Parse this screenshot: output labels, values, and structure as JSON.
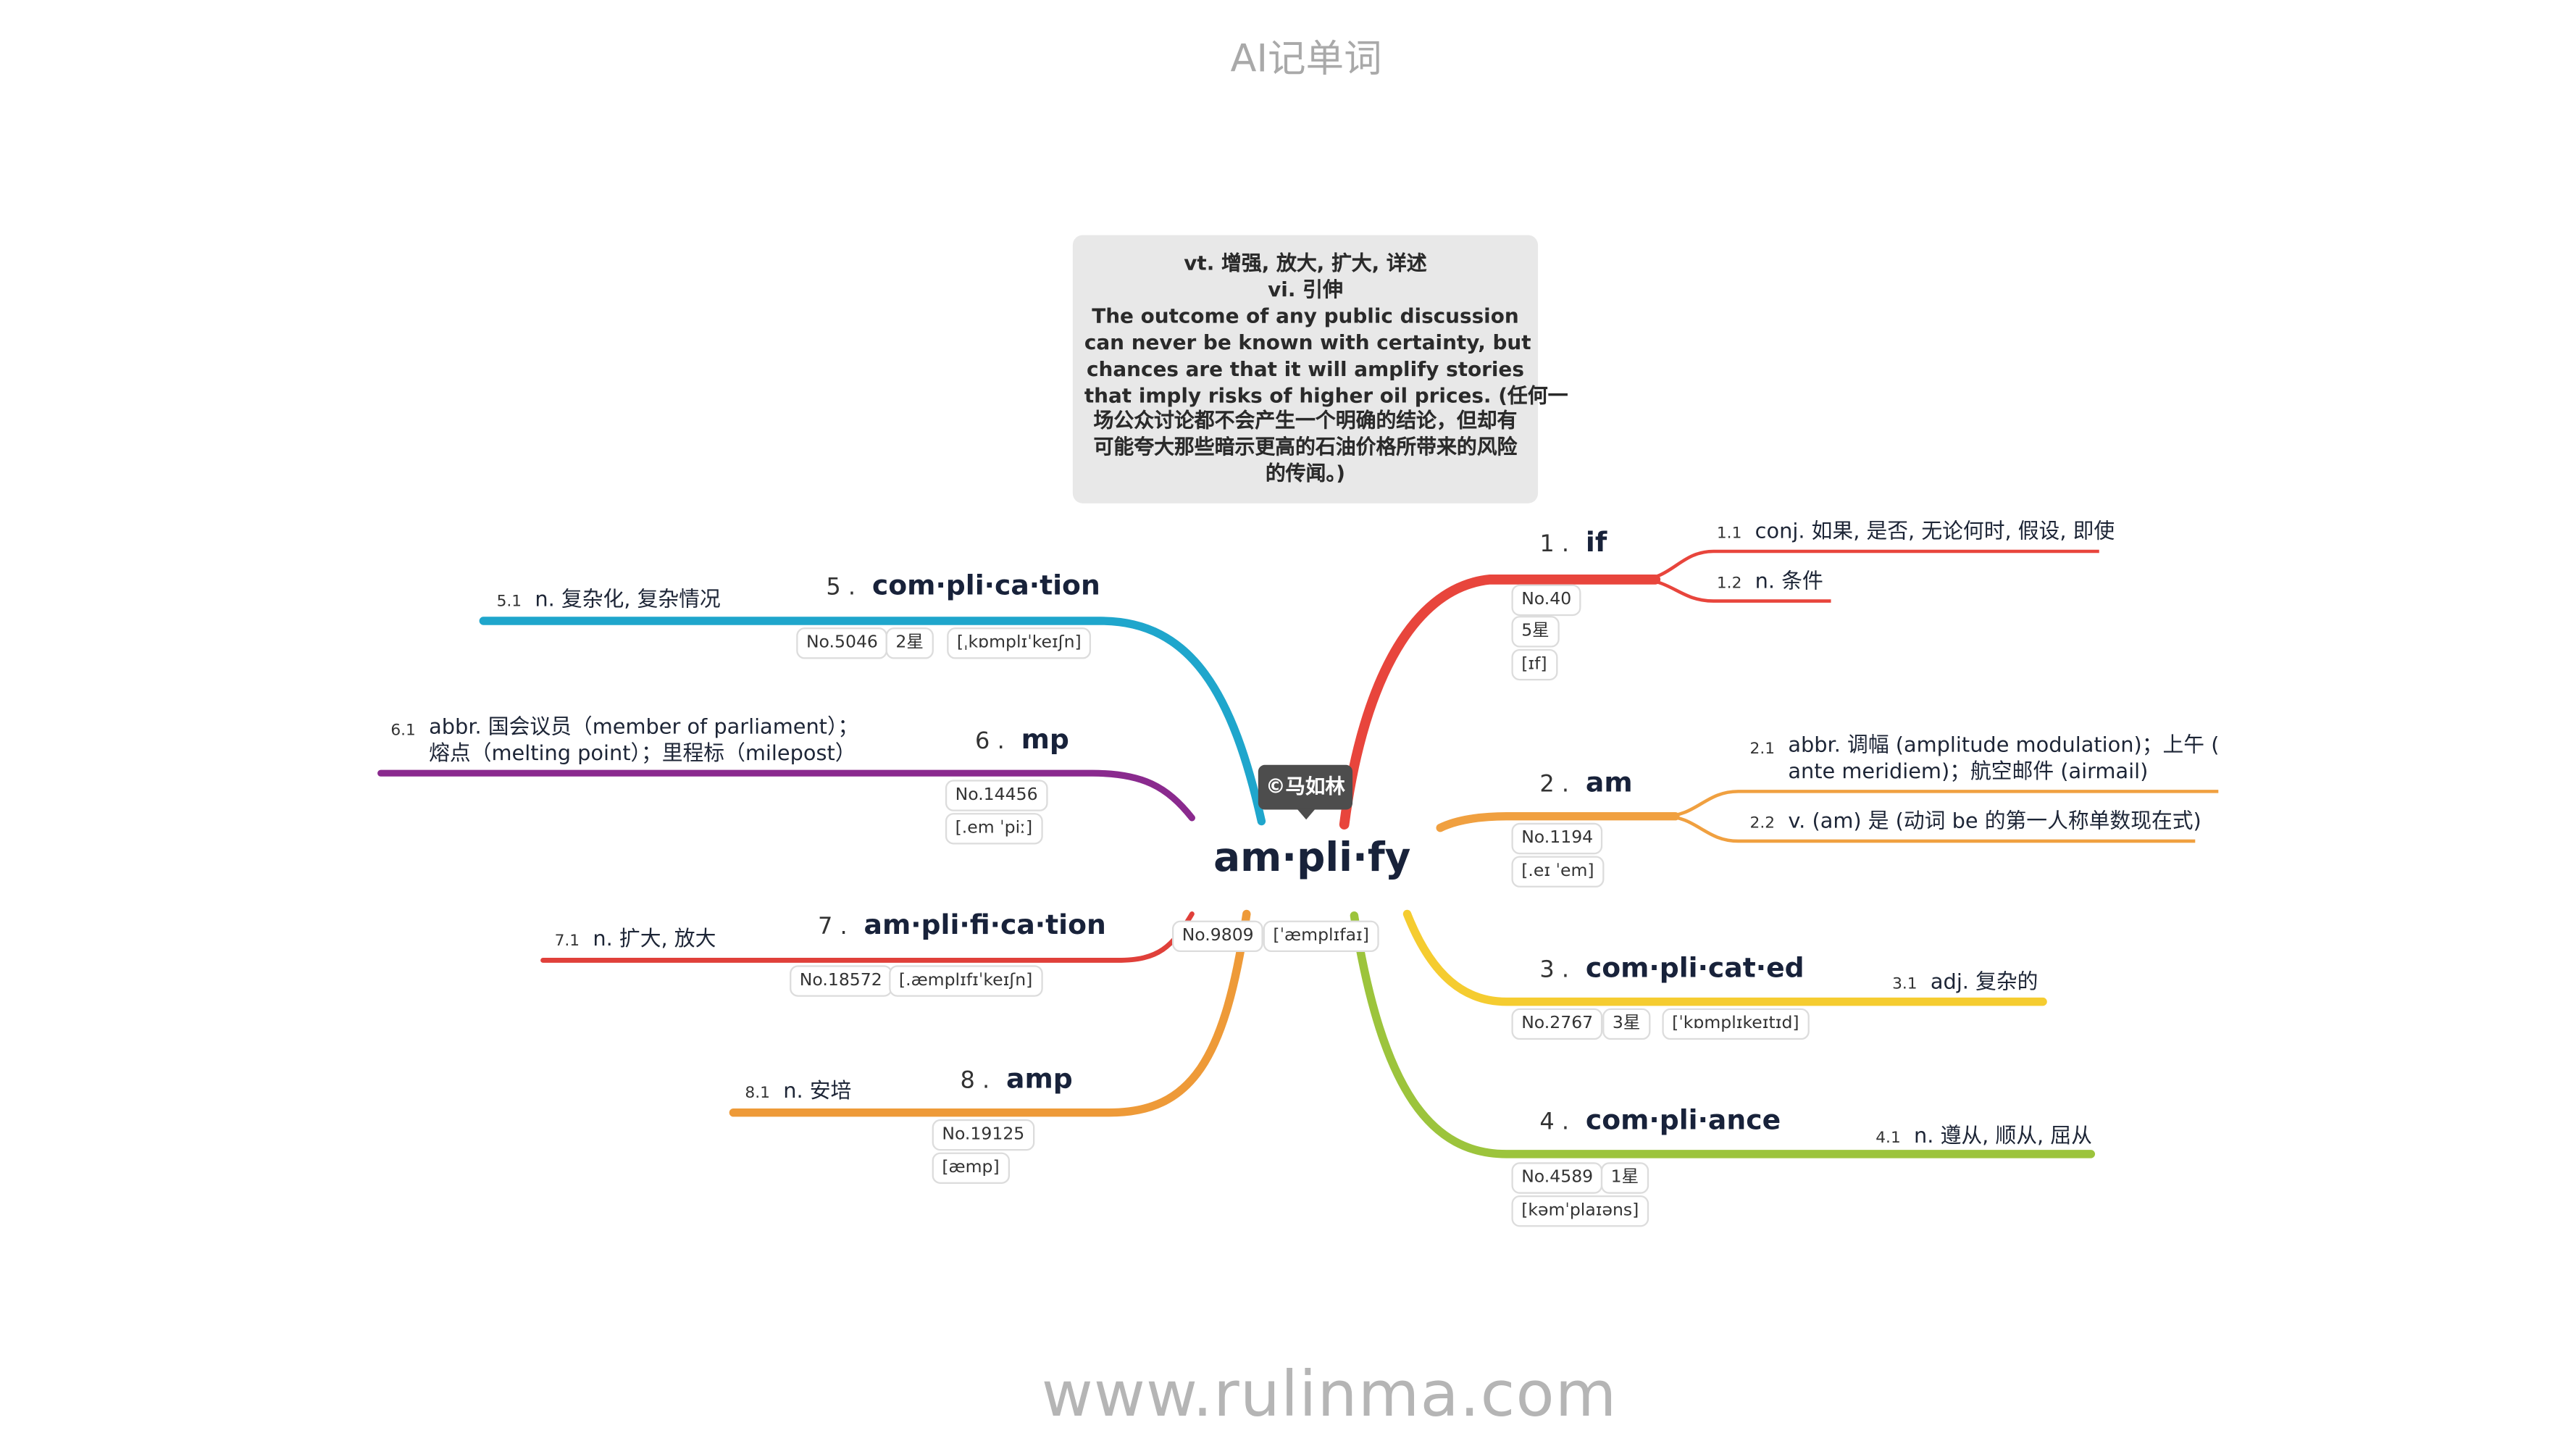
{
  "header": {
    "title": "AI记单词"
  },
  "footer": {
    "url": "www.rulinma.com"
  },
  "definition_box": {
    "lines": [
      "vt. 增强, 放大, 扩大, 详述",
      "vi. 引伸",
      "The outcome of any public discussion",
      "can never be known with certainty, but",
      "chances are that it will amplify stories",
      "that imply risks of higher oil prices. (任何一",
      "场公众讨论都不会产生一个明确的结论，但却有",
      "可能夸大那些暗示更高的石油价格所带来的风险",
      "的传闻。)"
    ]
  },
  "copyright": {
    "label": "©马如林"
  },
  "root": {
    "word": "am·pli·fy",
    "rank": "No.9809",
    "phonetic": "[ˈæmplɪfaɪ]"
  },
  "colors": {
    "red": "#e8453c",
    "orange": "#f0a040",
    "yellow": "#f5cc30",
    "green": "#9cc43c",
    "blue": "#1fa6cc",
    "purple": "#8a2a8e",
    "red2": "#e0403a",
    "orange2": "#ee9a38"
  },
  "branches": [
    {
      "num": "1 .",
      "word": "if",
      "tags": [
        "No.40",
        "5星",
        "[ɪf]"
      ],
      "senses": [
        {
          "num": "1.1",
          "text": "conj. 如果, 是否, 无论何时, 假设, 即使"
        },
        {
          "num": "1.2",
          "text": "n. 条件"
        }
      ]
    },
    {
      "num": "2 .",
      "word": "am",
      "tags": [
        "No.1194",
        "[.eɪ ˈem]"
      ],
      "senses": [
        {
          "num": "2.1",
          "lines": [
            "abbr. 调幅 (amplitude modulation)；上午 (",
            "ante meridiem)；航空邮件 (airmail)"
          ]
        },
        {
          "num": "2.2",
          "text": "v. (am) 是 (动词 be 的第一人称单数现在式)"
        }
      ]
    },
    {
      "num": "3 .",
      "word": "com·pli·cat·ed",
      "tags": [
        "No.2767",
        "3星",
        "[ˈkɒmplɪkeɪtɪd]"
      ],
      "senses": [
        {
          "num": "3.1",
          "text": "adj. 复杂的"
        }
      ]
    },
    {
      "num": "4 .",
      "word": "com·pli·ance",
      "tags": [
        "No.4589",
        "1星",
        "[kəmˈplaɪəns]"
      ],
      "senses": [
        {
          "num": "4.1",
          "text": "n. 遵从, 顺从, 屈从"
        }
      ]
    },
    {
      "num": "5 .",
      "word": "com·pli·ca·tion",
      "tags": [
        "No.5046",
        "2星",
        "[ˌkɒmplɪˈkeɪʃn]"
      ],
      "senses": [
        {
          "num": "5.1",
          "text": "n. 复杂化, 复杂情况"
        }
      ]
    },
    {
      "num": "6 .",
      "word": "mp",
      "tags": [
        "No.14456",
        "[.em ˈpiː]"
      ],
      "senses": [
        {
          "num": "6.1",
          "lines": [
            "abbr. 国会议员（member of parliament）；",
            "熔点（melting point）；里程标（milepost）"
          ]
        }
      ]
    },
    {
      "num": "7 .",
      "word": "am·pli·fi·ca·tion",
      "tags": [
        "No.18572",
        "[.æmplɪfɪˈkeɪʃn]"
      ],
      "senses": [
        {
          "num": "7.1",
          "text": "n. 扩大, 放大"
        }
      ]
    },
    {
      "num": "8 .",
      "word": "amp",
      "tags": [
        "No.19125",
        "[æmp]"
      ],
      "senses": [
        {
          "num": "8.1",
          "text": "n. 安培"
        }
      ]
    }
  ]
}
